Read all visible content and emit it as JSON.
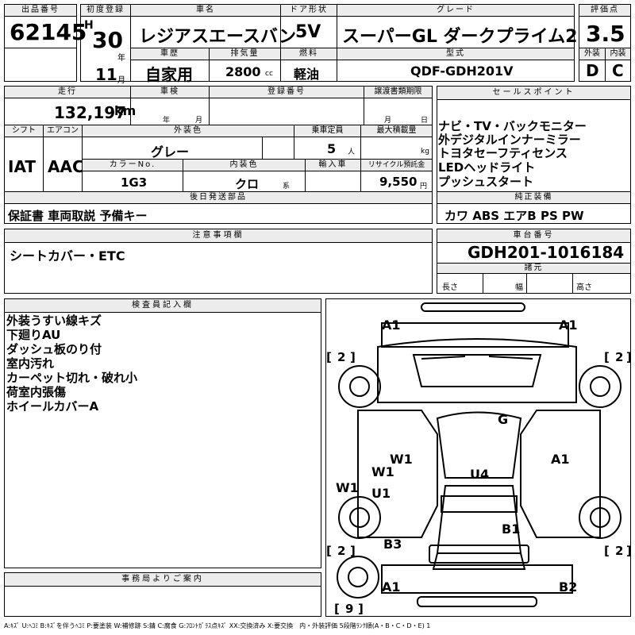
{
  "header": {
    "lot_no_label": "出品番号",
    "lot_no": "62145",
    "first_reg_label": "初度登録",
    "era": "H",
    "year": "30",
    "year_unit": "年",
    "month": "11",
    "month_unit": "月",
    "car_name_label": "車名",
    "car_name": "レジアスエースバン",
    "door_label": "ドア形状",
    "door": "5V",
    "grade_label": "グレード",
    "grade": "スーパーGL ダークプライム2",
    "score_label": "評価点",
    "score": "3.5",
    "history_label": "車歴",
    "history": "自家用",
    "displacement_label": "排気量",
    "displacement": "2800",
    "displacement_unit": "cc",
    "fuel_label": "燃料",
    "fuel": "軽油",
    "model_label": "型式",
    "model": "QDF-GDH201V",
    "ext_label": "外装",
    "ext": "D",
    "int_label": "内装",
    "int": "C"
  },
  "specs": {
    "mileage_label": "走行",
    "mileage": "132,197",
    "mileage_unit": "km",
    "inspection_label": "車検",
    "insp_year_unit": "年",
    "insp_month_unit": "月",
    "regno_label": "登録番号",
    "transfer_label": "譲渡書類期限",
    "transfer_month_unit": "月",
    "transfer_day_unit": "日",
    "shift_label": "シフト",
    "shift": "IAT",
    "ac_label": "エアコン",
    "ac": "AAC",
    "color_label": "外装色",
    "color": "グレー",
    "capacity_label": "乗車定員",
    "capacity": "5",
    "capacity_unit": "人",
    "load_label": "最大積載量",
    "load_unit": "kg",
    "colorno_label": "カラーNo.",
    "colorno": "1G3",
    "intcolor_label": "内装色",
    "intcolor": "クロ",
    "intcolor_unit": "系",
    "import_label": "輸入車",
    "recycle_label": "リサイクル預託金",
    "recycle": "9,550",
    "recycle_unit": "円",
    "later_label": "後日発送部品",
    "later": "保証書 車両取説 予備キー"
  },
  "sales": {
    "label": "セールスポイント",
    "points": [
      "ナビ・TV・バックモニター",
      "外デジタルインナーミラー",
      "トヨタセーフティセンス",
      "LEDヘッドライト",
      "プッシュスタート"
    ],
    "equip_label": "純正装備",
    "equip": "カワ ABS エアB PS PW"
  },
  "notes": {
    "label": "注意事項欄",
    "text": "シートカバー・ETC"
  },
  "chassis": {
    "label": "車台番号",
    "number": "GDH201-1016184",
    "dims_label": "諸元",
    "len": "長さ",
    "wid": "幅",
    "hgt": "高さ"
  },
  "inspector": {
    "label": "検査員記入欄",
    "lines": [
      "外装うすい線キズ",
      "下廻りAU",
      "ダッシュ板のり付",
      "室内汚れ",
      "カーペット切れ・破れ小",
      "荷室内張傷",
      "ホイールカバーA"
    ]
  },
  "diagram": {
    "marks": {
      "a1_tl": "A1",
      "a1_tr": "A1",
      "g": "G",
      "w1_l": "W1",
      "a1_r": "A1",
      "w1_a": "W1",
      "w1_b": "W1",
      "u1": "U1",
      "u4": "U4",
      "b1": "B1",
      "b3": "B3",
      "a1_bl": "A1",
      "b2": "B2"
    },
    "tires": {
      "fl": "2",
      "fr": "2",
      "rl": "2",
      "rr": "2",
      "spare": "9"
    }
  },
  "office": {
    "label": "事務局よりご案内"
  },
  "legend": "A:ｷｽﾞ U:ﾍｺﾐ B:ｷｽﾞを伴うﾍｺﾐ P:要塗装 W:補修跡 S:錆 C:腐食 G:ﾌﾛﾝﾄｶﾞﾗｽ点ｷｽﾞ XX:交換済み X:要交換　内・外装評価 5段階ﾗﾝｸ順(A・B・C・D・E) 1"
}
